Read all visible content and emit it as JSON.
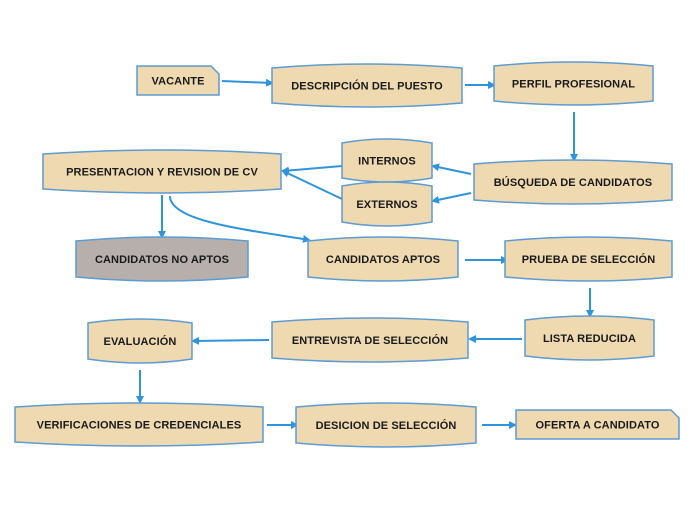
{
  "colors": {
    "node_fill": "#EFD9B0",
    "node_stroke": "#5D9BD3",
    "gray_fill": "#B6AFAB",
    "arrow": "#2E95DD",
    "text": "#1a1a1a"
  },
  "nodes": {
    "vacante": "VACANTE",
    "descripcion": "DESCRIPCIÓN DEL PUESTO",
    "perfil": "PERFIL PROFESIONAL",
    "presentacion": "PRESENTACION Y REVISION DE CV",
    "internos": "INTERNOS",
    "externos": "EXTERNOS",
    "busqueda": "BÚSQUEDA DE CANDIDATOS",
    "no_aptos": "CANDIDATOS NO APTOS",
    "aptos": "CANDIDATOS APTOS",
    "prueba": "PRUEBA DE SELECCIÓN",
    "evaluacion": "EVALUACIÓN",
    "entrevista": "ENTREVISTA DE SELECCIÓN",
    "lista": "LISTA REDUCIDA",
    "verificaciones": "VERIFICACIONES DE CREDENCIALES",
    "desicion": "DESICION DE SELECCIÓN",
    "oferta": "OFERTA A CANDIDATO"
  }
}
